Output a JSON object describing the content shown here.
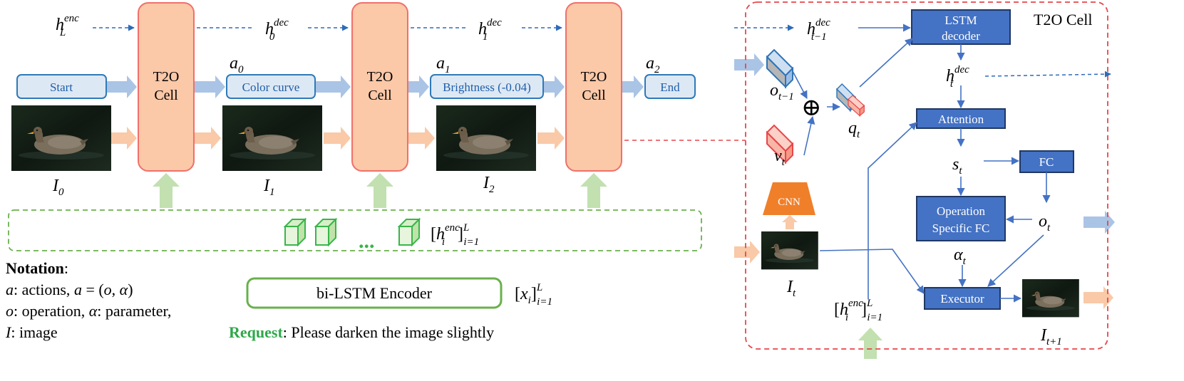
{
  "left": {
    "hidden_states": {
      "hL": "h",
      "hL_sup": "enc",
      "hL_sub": "L",
      "h0": "h",
      "h0_sup": "dec",
      "h0_sub": "0",
      "h1": "h",
      "h1_sup": "dec",
      "h1_sub": "1"
    },
    "action_boxes": [
      "Start",
      "Color curve",
      "Brightness (-0.04)",
      "End"
    ],
    "action_labels": [
      {
        "base": "a",
        "sub": "0"
      },
      {
        "base": "a",
        "sub": "1"
      },
      {
        "base": "a",
        "sub": "2"
      }
    ],
    "cell_label_line1": "T2O",
    "cell_label_line2": "Cell",
    "image_labels": [
      {
        "base": "I",
        "sub": "0"
      },
      {
        "base": "I",
        "sub": "1"
      },
      {
        "base": "I",
        "sub": "2"
      }
    ],
    "encoder_dots": "...",
    "encoder_seq": {
      "open": "[",
      "base": "h",
      "sup": "enc",
      "sub": "i",
      "close": "]",
      "range_sup": "L",
      "range_sub": "i=1"
    },
    "bilstm_label": "bi-LSTM Encoder",
    "x_seq": {
      "open": "[",
      "base": "x",
      "sub": "i",
      "close": "]",
      "range_sup": "L",
      "range_sub": "i=1"
    },
    "notation": {
      "title": "Notation",
      "colon": ":",
      "line1": {
        "v1": "a",
        "t1": ": actions, ",
        "v2": "a",
        "t2": " = (",
        "v3": "o",
        "t3": ", ",
        "v4": "α",
        "t4": ")"
      },
      "line2": {
        "v1": "o",
        "t1": ": operation, ",
        "v2": "α",
        "t2": ": parameter,"
      },
      "line3": {
        "v1": "I",
        "t1": ": image"
      }
    },
    "request": {
      "label": "Request",
      "text": ": Please darken the image slightly"
    }
  },
  "right": {
    "panel_title": "T2O Cell",
    "h_prev": {
      "base": "h",
      "sup": "dec",
      "sub": "t−1"
    },
    "h_t": {
      "base": "h",
      "sup": "dec",
      "sub": "t"
    },
    "lstm_line1": "LSTM",
    "lstm_line2": "decoder",
    "attention": "Attention",
    "fc": "FC",
    "op_fc_line1": "Operation",
    "op_fc_line2": "Specific FC",
    "executor": "Executor",
    "cnn": "CNN",
    "o_prev": {
      "base": "o",
      "sub": "t−1"
    },
    "v_t": {
      "base": "v",
      "sub": "t"
    },
    "q_t": {
      "base": "q",
      "sub": "t"
    },
    "s_t": {
      "base": "s",
      "sub": "t"
    },
    "o_t": {
      "base": "o",
      "sub": "t"
    },
    "alpha_t": {
      "base": "α",
      "sub": "t"
    },
    "I_t": {
      "base": "I",
      "sub": "t"
    },
    "I_next": {
      "base": "I",
      "sub": "t+1"
    },
    "enc_seq": {
      "open": "[",
      "base": "h",
      "sup": "enc",
      "sub": "i",
      "close": "]",
      "range_sup": "L",
      "range_sub": "i=1"
    },
    "plus": "⊕"
  },
  "colors": {
    "cell_fill": "#fbc8a8",
    "cell_stroke": "#f0706a",
    "action_fill": "#dde8f5",
    "action_stroke": "#2e7ab8",
    "blue_arrow": "#aac4e6",
    "orange_arrow": "#f9c9a8",
    "green_arrow": "#c2e0b0",
    "green_accent": "#5aa845",
    "module_fill": "#4472c4",
    "module_stroke": "#1f3864",
    "red_dash": "#e8464a",
    "cnn_fill": "#f07f2a",
    "request_green": "#2ea84a"
  },
  "icons": [
    "duck-photo-thumbnail",
    "green-vector-icon",
    "blue-vector-icon",
    "red-vector-icon",
    "circled-plus-icon"
  ]
}
